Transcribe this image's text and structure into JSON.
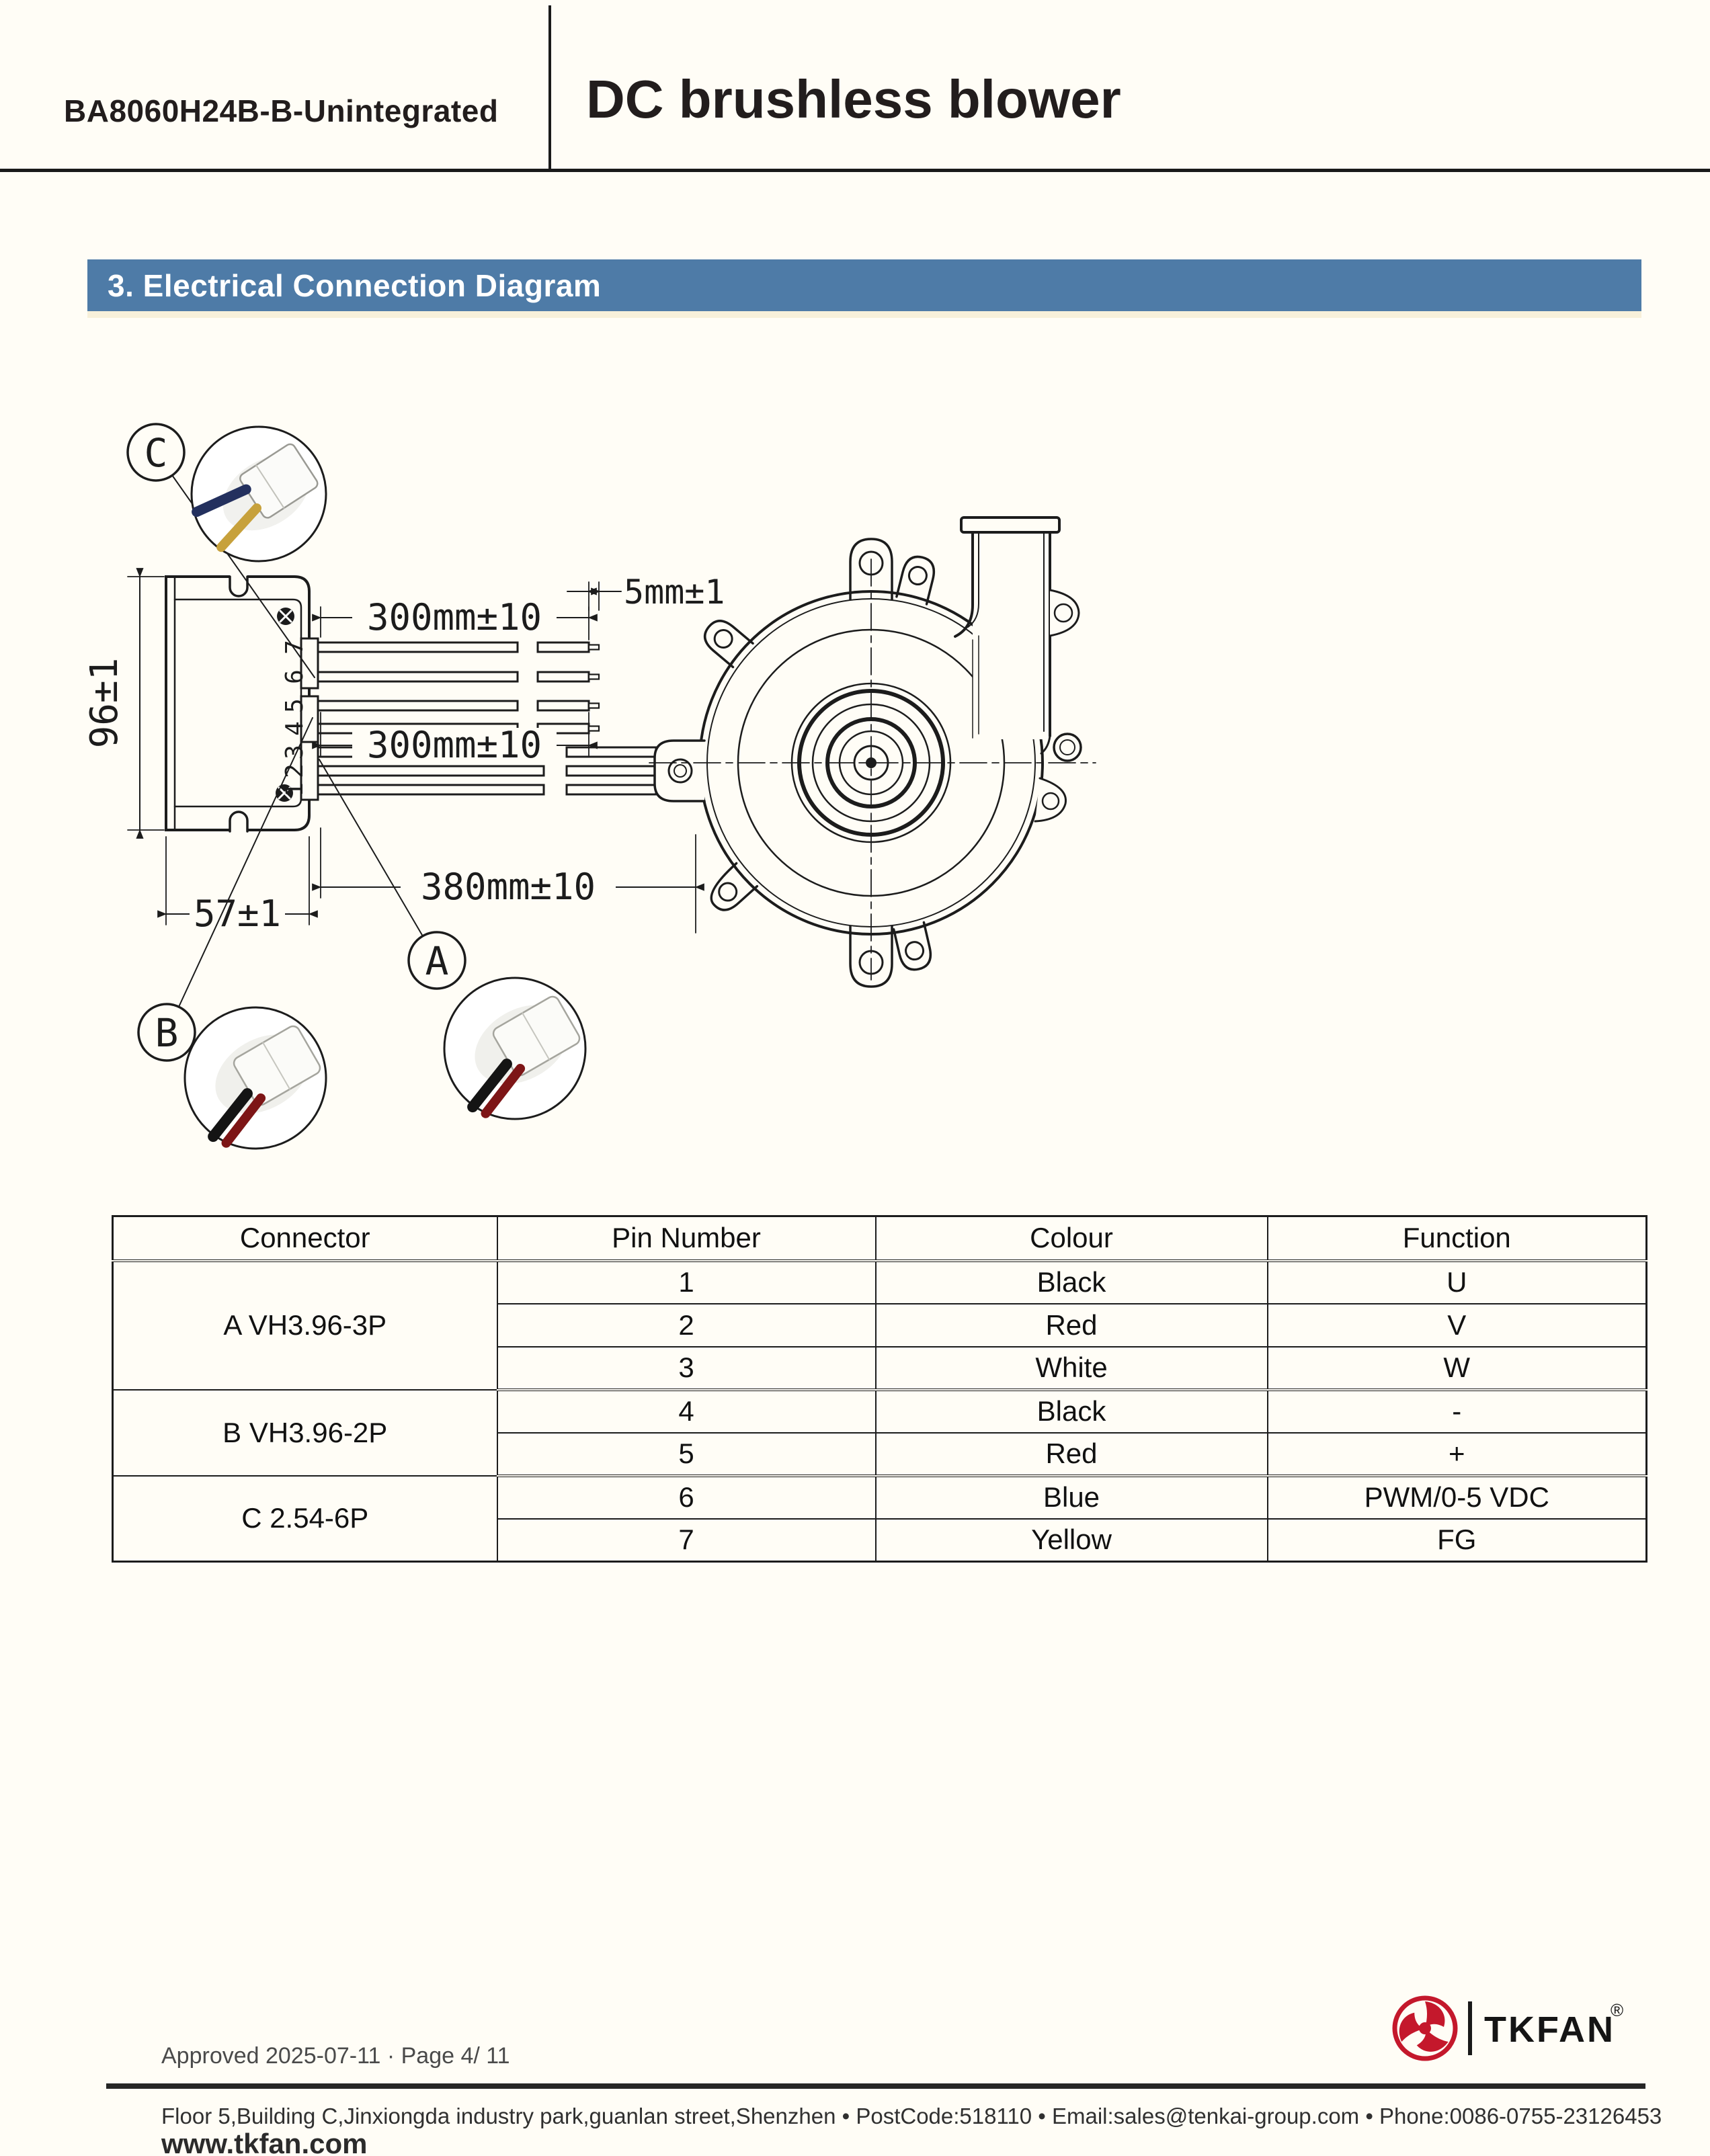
{
  "header": {
    "product": "BA8060H24B-B-Unintegrated",
    "title": "DC brushless blower"
  },
  "section": {
    "title": "3. Electrical Connection Diagram"
  },
  "diagram": {
    "labels": {
      "a": "A",
      "b": "B",
      "c": "C"
    },
    "pins": [
      "7",
      "6",
      "5",
      "4",
      "3",
      "2",
      "1"
    ],
    "dims": {
      "height": "96±1",
      "depth": "57±1",
      "lead300_top": "300mm±10",
      "lead300_mid": "300mm±10",
      "lead380": "380mm±10",
      "strip": "5mm±1"
    }
  },
  "table": {
    "headers": [
      "Connector",
      "Pin Number",
      "Colour",
      "Function"
    ],
    "groups": [
      {
        "name": "A VH3.96-3P"
      },
      {
        "name": "B VH3.96-2P"
      },
      {
        "name": "C 2.54-6P"
      }
    ],
    "rows": [
      {
        "pin": "1",
        "colour": "Black",
        "function": "U"
      },
      {
        "pin": "2",
        "colour": "Red",
        "function": "V"
      },
      {
        "pin": "3",
        "colour": "White",
        "function": "W"
      },
      {
        "pin": "4",
        "colour": "Black",
        "function": "-"
      },
      {
        "pin": "5",
        "colour": "Red",
        "function": "+"
      },
      {
        "pin": "6",
        "colour": "Blue",
        "function": "PWM/0-5 VDC"
      },
      {
        "pin": "7",
        "colour": "Yellow",
        "function": "FG"
      }
    ]
  },
  "footer": {
    "approved": "Approved 2025-07-11 · Page 4/ 11",
    "address": "Floor 5,Building C,Jinxiongda industry park,guanlan street,Shenzhen  •  PostCode:518110  •  Email:sales@tenkai-group.com  •  Phone:0086-0755-23126453",
    "website": "www.tkfan.com",
    "brand": "TKFAN",
    "registered": "®"
  },
  "colors": {
    "accent": "#4e7ba7",
    "brand_red": "#c4182c",
    "line": "#1c1c1c"
  }
}
